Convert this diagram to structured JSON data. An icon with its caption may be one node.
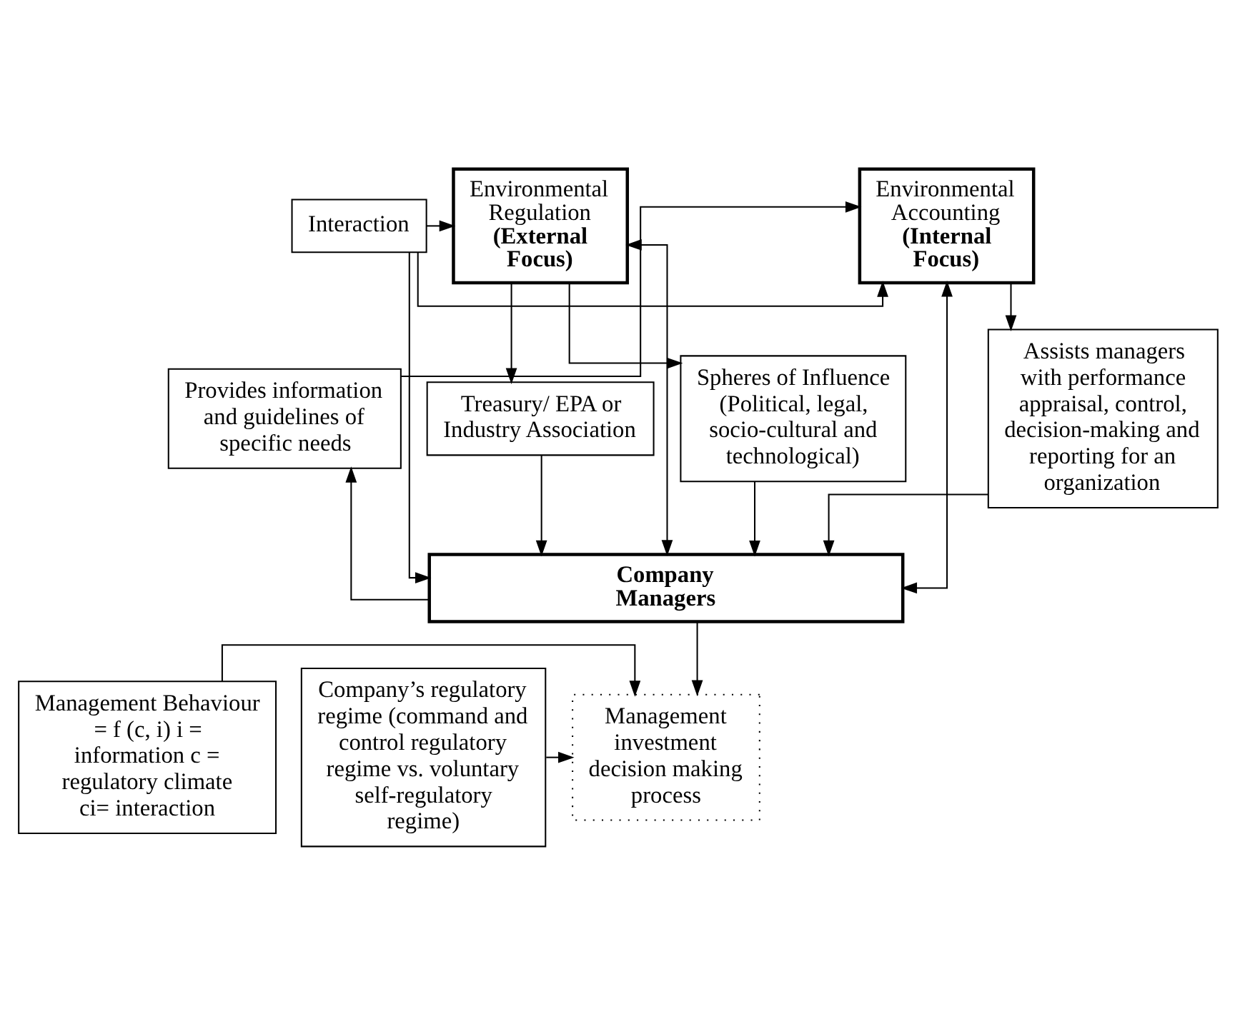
{
  "diagram": {
    "nodes": [
      {
        "text": [
          "Environmental Accounting",
          "(Internal Focus)"
        ]
      },
      {
        "text": [
          "Interaction"
        ]
      },
      {
        "text": [
          "Environmental Regulation",
          "(External Focus)"
        ]
      },
      {
        "text": [
          "Assists managers with performance appraisal, control, decision-making and reporting for an organization"
        ]
      },
      {
        "text": [
          "Provides information and guidelines of specific needs"
        ]
      },
      {
        "text": [
          "Treasury/ EPA or Industry Association"
        ]
      },
      {
        "text": [
          "Spheres of Influence (Political, legal, socio-cultural and technological)"
        ]
      },
      {
        "text": [
          "Company Managers"
        ]
      },
      {
        "text": [
          "Management Behaviour = f (c, i) i = information c = regulatory climate ci= interaction"
        ]
      },
      {
        "text": [
          "Management investment decision making process"
        ]
      },
      {
        "text": [
          "Company’s regulatory regime (command and control regulatory regime vs. voluntary self-regulatory regime)"
        ]
      }
    ],
    "edges": [
      {
        "from": 1,
        "to": 0,
        "arrow": "to"
      },
      {
        "from": 4,
        "to": 0,
        "arrow": "to"
      },
      {
        "from": 1,
        "to": 2,
        "arrow": "to"
      },
      {
        "from": 2,
        "to": 5,
        "arrow": "to"
      },
      {
        "from": 0,
        "to": 3,
        "arrow": "to"
      },
      {
        "from": 2,
        "to": 6,
        "arrow": "to"
      },
      {
        "from": 0,
        "to": 7,
        "arrow": "both"
      },
      {
        "from": 2,
        "to": 7,
        "arrow": "both"
      },
      {
        "from": 3,
        "to": 7,
        "arrow": "to"
      },
      {
        "from": 7,
        "to": 4,
        "arrow": "to"
      },
      {
        "from": 1,
        "to": 7,
        "arrow": "to"
      },
      {
        "from": 5,
        "to": 7,
        "arrow": "to"
      },
      {
        "from": 6,
        "to": 7,
        "arrow": "to"
      },
      {
        "from": 7,
        "to": 9,
        "arrow": "to"
      },
      {
        "from": 8,
        "to": 9,
        "arrow": "to"
      },
      {
        "from": 10,
        "to": 9,
        "arrow": "to"
      }
    ]
  }
}
